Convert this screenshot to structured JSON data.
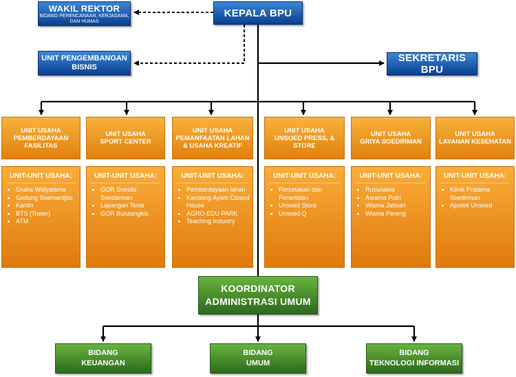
{
  "top": {
    "kepala": "KEPALA BPU",
    "wakil_rektor": {
      "title": "WAKIL REKTOR",
      "subtitle_1": "BIDANG PERENCANAAN, KERJASAMA,",
      "subtitle_2": "DAN HUMAS"
    },
    "unit_pengembangan": {
      "line1": "UNIT PENGEMBANGAN",
      "line2": "BISNIS"
    },
    "sekretaris": "SEKRETARIS BPU"
  },
  "units": [
    {
      "name": [
        "UNIT USAHA",
        "PEMBERDAYAAN",
        "FASILITAS"
      ],
      "heading": "UNIT-UNIT USAHA:",
      "items": [
        "Graha Widyatama",
        "Gedung Soemardjito",
        "Kantin",
        "BTS (Tower)",
        "ATM"
      ]
    },
    {
      "name": [
        "UNIT USAHA",
        "SPORT CENTER"
      ],
      "heading": "UNIT-UNIT USAHA:",
      "items": [
        "GOR Soesilo Soedarman",
        "Lapangan Tenis",
        "GOR Bulutangkis"
      ]
    },
    {
      "name": [
        "UNIT USAHA",
        "PEMANFAATAN LAHAN",
        "& USAHA KREATIF"
      ],
      "heading": "UNIT-UNIT USAHA:",
      "items": [
        "Pemberdayaan lahan",
        "Kandang Ayam Closed House",
        "AGRO EDU PARK",
        "Teaching Industry"
      ]
    },
    {
      "name": [
        "UNIT USAHA",
        "UNSOED PRESS, &",
        "STORE"
      ],
      "heading": "UNIT-UNIT USAHA:",
      "items": [
        "Percetakan dan Penerbitan",
        "Unsoed Store",
        "Unsoed Q"
      ]
    },
    {
      "name": [
        "UNIT USAHA",
        "GRIYA SOEDIRMAN"
      ],
      "heading": "UNIT-UNIT USAHA:",
      "items": [
        "Rusunawa",
        "Asrama Putri",
        "Wisma Jatisari",
        "Wisma Pereng"
      ]
    },
    {
      "name": [
        "UNIT USAHA",
        "LAYANAN KESEHATAN"
      ],
      "heading": "UNIT-UNIT USAHA:",
      "items": [
        "Klinik Pratama Soedirman",
        "Apotek Unsoed"
      ]
    }
  ],
  "koordinator": {
    "line1": "KOORDINATOR",
    "line2": "ADMINISTRASI UMUM"
  },
  "bidang": [
    {
      "line1": "BIDANG",
      "line2": "KEUANGAN"
    },
    {
      "line1": "BIDANG",
      "line2": "UMUM"
    },
    {
      "line1": "BIDANG",
      "line2": "TEKNOLOGI INFORMASI"
    }
  ],
  "colors": {
    "blue": "#1450a8",
    "orange": "#f0960f",
    "green": "#3f8a2a",
    "line": "#000000"
  }
}
